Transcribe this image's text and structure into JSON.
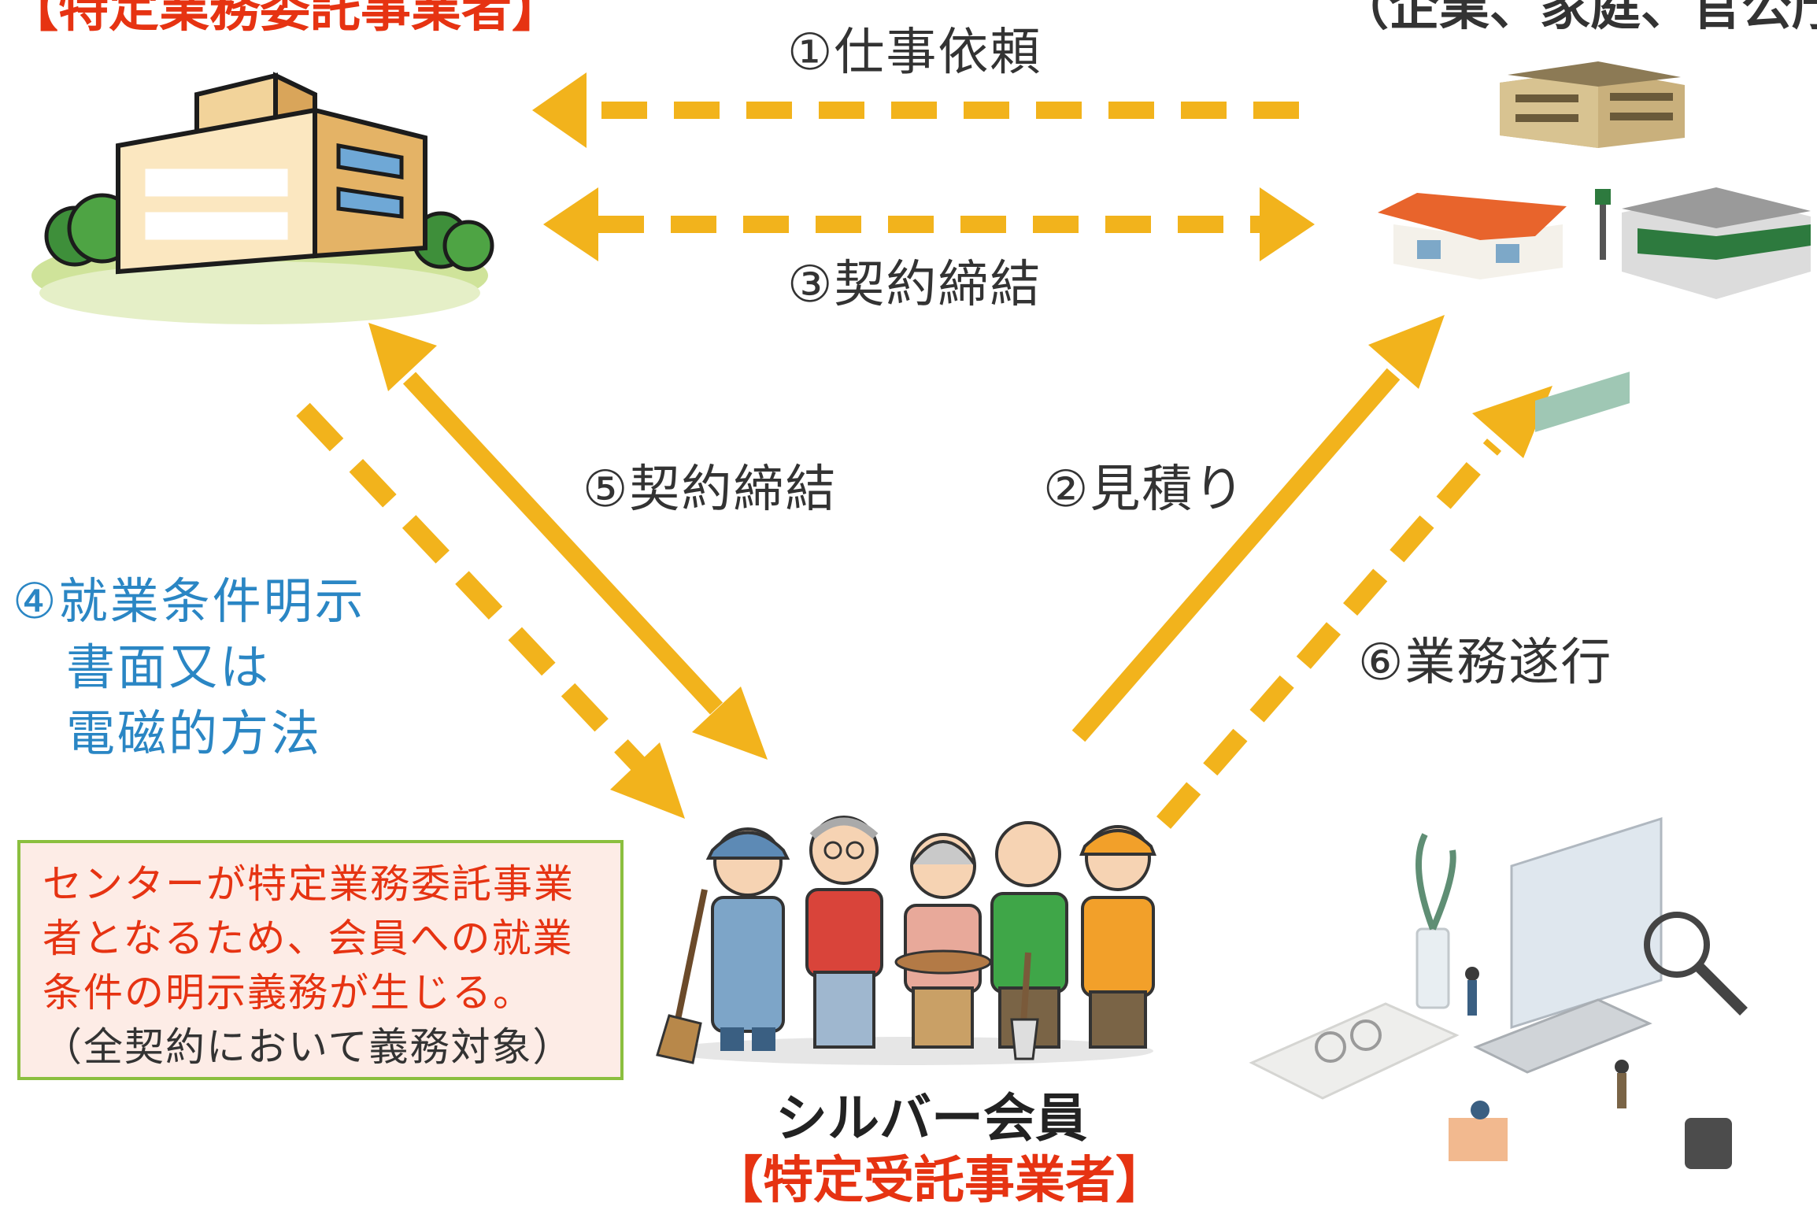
{
  "top_left_title": "【特定業務委託事業者】",
  "top_right_title": "（企業、家庭、官公庁）",
  "steps": {
    "s1": "①仕事依頼",
    "s2": "②見積り",
    "s3": "③契約締結",
    "s4_lines": [
      "④就業条件明示",
      "書面又は",
      "電磁的方法"
    ],
    "s5": "⑤契約締結",
    "s6": "⑥業務遂行"
  },
  "note": {
    "lines": [
      "センターが特定業務委託事業",
      "者となるため、会員への就業",
      "条件の明示義務が生じる。",
      "（全契約において義務対象）"
    ]
  },
  "member": {
    "name": "シルバー会員",
    "role": "【特定受託事業者】"
  },
  "colors": {
    "arrow": "#f2b31c",
    "red": "#e63312",
    "blue": "#2a86c4",
    "note_bg": "#fdece6",
    "note_border": "#8bbf3f"
  }
}
